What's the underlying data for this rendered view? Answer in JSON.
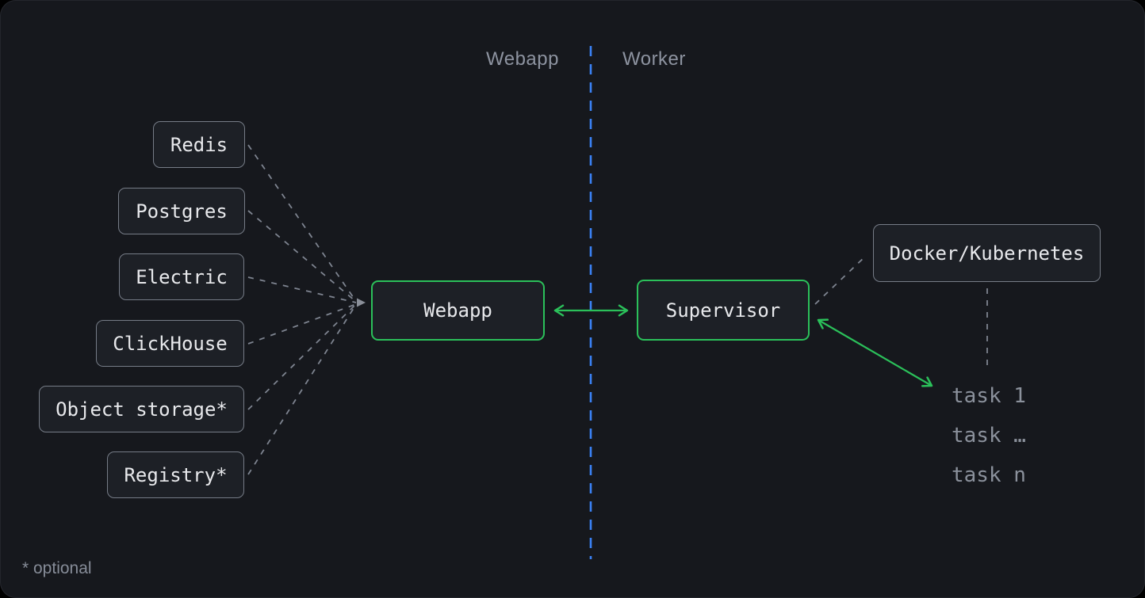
{
  "diagram": {
    "lanes": {
      "left_label": "Webapp",
      "right_label": "Worker"
    },
    "dependencies": [
      {
        "label": "Redis"
      },
      {
        "label": "Postgres"
      },
      {
        "label": "Electric"
      },
      {
        "label": "ClickHouse"
      },
      {
        "label": "Object storage*"
      },
      {
        "label": "Registry*"
      }
    ],
    "nodes": {
      "webapp": {
        "label": "Webapp"
      },
      "supervisor": {
        "label": "Supervisor"
      },
      "runtime": {
        "label": "Docker/Kubernetes"
      }
    },
    "tasks": [
      {
        "label": "task 1"
      },
      {
        "label": "task …"
      },
      {
        "label": "task n"
      }
    ],
    "footnote": "* optional",
    "colors": {
      "background": "#16181d",
      "node_fill": "#1d2026",
      "node_border": "#767c87",
      "accent_green": "#2bc05a",
      "divider_blue": "#3b82f6",
      "connector_gray": "#7e8490",
      "text_primary": "#e8e9ec",
      "text_muted": "#8b919c"
    }
  }
}
